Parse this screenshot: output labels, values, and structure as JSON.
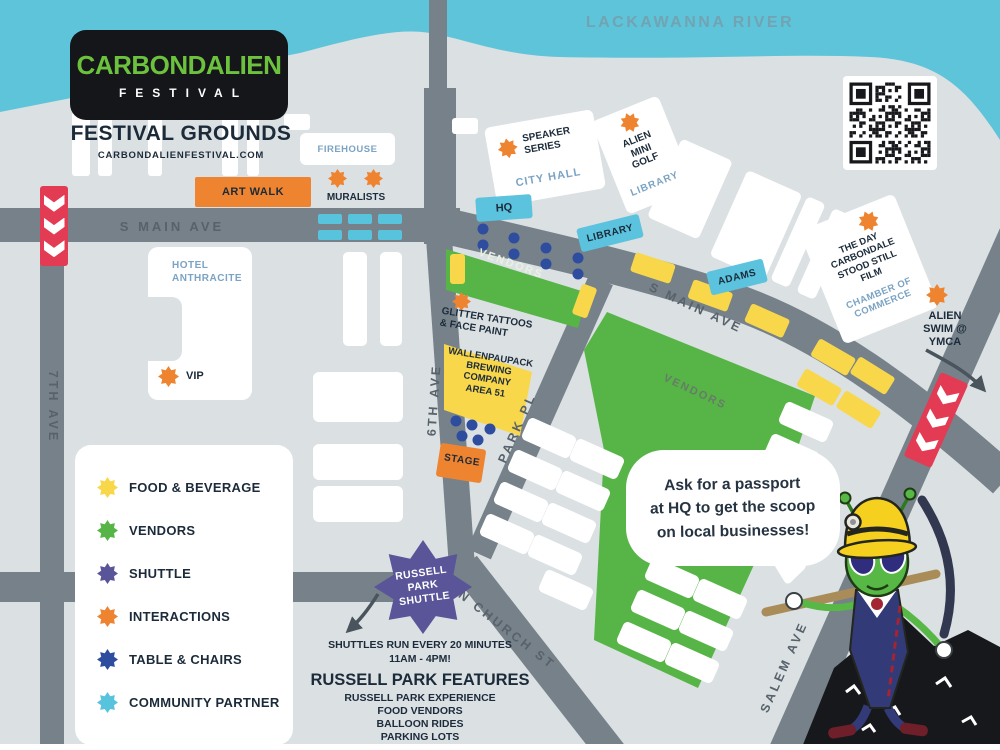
{
  "header": {
    "logo_title": "CARBONDALIEN",
    "logo_subtitle": "FESTIVAL",
    "title": "FESTIVAL GROUNDS",
    "website": "CARBONDALIENFESTIVAL.COM"
  },
  "river": {
    "label": "LACKAWANNA RIVER"
  },
  "streets": {
    "s_main_west": "S MAIN AVE",
    "s_main_east": "S MAIN AVE",
    "seventh_ave": "7TH AVE",
    "sixth_ave": "6TH AVE",
    "park_pl": "PARK PL",
    "n_church": "N CHURCH ST",
    "salem_ave": "SALEM AVE"
  },
  "legend": {
    "items": [
      {
        "label": "FOOD & BEVERAGE",
        "color": "#f8d74a"
      },
      {
        "label": "VENDORS",
        "color": "#56b546"
      },
      {
        "label": "SHUTTLE",
        "color": "#5a5499"
      },
      {
        "label": "INTERACTIONS",
        "color": "#ee8330"
      },
      {
        "label": "TABLE & CHAIRS",
        "color": "#2e4d9e"
      },
      {
        "label": "COMMUNITY PARTNER",
        "color": "#57c3dd"
      }
    ]
  },
  "places": {
    "firehouse": "FIREHOUSE",
    "art_walk": "ART WALK",
    "muralists": "MURALISTS",
    "hotel": "HOTEL\nANTHRACITE",
    "vip": "VIP",
    "hq": "HQ",
    "city_hall": "CITY HALL",
    "speaker_series": "SPEAKER\nSERIES",
    "mini_golf": "ALIEN\nMINI\nGOLF",
    "library_building": "LIBRARY",
    "library_road": "LIBRARY",
    "adams": "ADAMS",
    "film": "THE DAY\nCARBONDALE\nSTOOD STILL\nFILM",
    "chamber": "CHAMBER OF\nCOMMERCE",
    "alien_swim": "ALIEN\nSWIM @\nYMCA",
    "vendors_strip": "VENDORS",
    "vendors_main": "VENDORS",
    "glitter": "GLITTER TATTOOS\n& FACE PAINT",
    "brewing": "WALLENPAUPACK\nBREWING\nCOMPANY\nAREA 51",
    "stage": "STAGE"
  },
  "shuttle": {
    "star_label": "RUSSELL\nPARK\nSHUTTLE",
    "schedule": "SHUTTLES RUN EVERY 20 MINUTES\n11AM - 4PM!",
    "features_title": "RUSSELL PARK FEATURES",
    "features": "RUSSELL PARK EXPERIENCE\nFOOD VENDORS\nBALLOON RIDES\nPARKING LOTS"
  },
  "speech_bubble": {
    "text": "Ask for a passport\nat HQ to get the scoop\non local businesses!"
  },
  "colors": {
    "water": "#5ec4d9",
    "road": "#76818a",
    "background": "#dbe0e3",
    "food": "#f8d74a",
    "vendors": "#56b546",
    "shuttle": "#5a5499",
    "interactions": "#ee8330",
    "tables": "#2e4d9e",
    "community": "#57c3dd",
    "marker_red": "#e33b53",
    "text_navy": "#1c2b3a",
    "label_blue": "#7ba3c3"
  }
}
